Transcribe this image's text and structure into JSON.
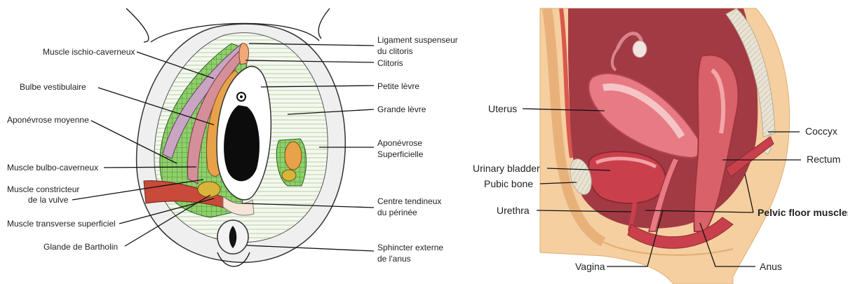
{
  "left_figure": {
    "labels": {
      "muscle_ischio": "Muscle ischio-caverneux",
      "bulbe": "Bulbe vestibulaire",
      "apo_moyenne": "Aponévrose moyenne",
      "muscle_bulbo": "Muscle bulbo-caverneux",
      "constricteur_1": "Muscle constricteur",
      "constricteur_2": "de la vulve",
      "transverse": "Muscle transverse superficiel",
      "bartholin": "Glande de Bartholin",
      "ligament_1": "Ligament suspenseur",
      "ligament_2": "du clitoris",
      "clitoris": "Clitoris",
      "petite_levre": "Petite lèvre",
      "grande_levre": "Grande lèvre",
      "apo_sup_1": "Aponévrose",
      "apo_sup_2": "Superficielle",
      "centre_1": "Centre tendineux",
      "centre_2": "du périnée",
      "sphincter_1": "Sphincter externe",
      "sphincter_2": "de l'anus"
    }
  },
  "right_figure": {
    "labels": {
      "uterus": "Uterus",
      "urinary_bladder": "Urinary bladder",
      "pubic_bone": "Pubic bone",
      "urethra": "Urethra",
      "vagina": "Vagina",
      "coccyx": "Coccyx",
      "rectum": "Rectum",
      "pelvic_floor": "Pelvic floor muscles",
      "anus": "Anus"
    }
  }
}
